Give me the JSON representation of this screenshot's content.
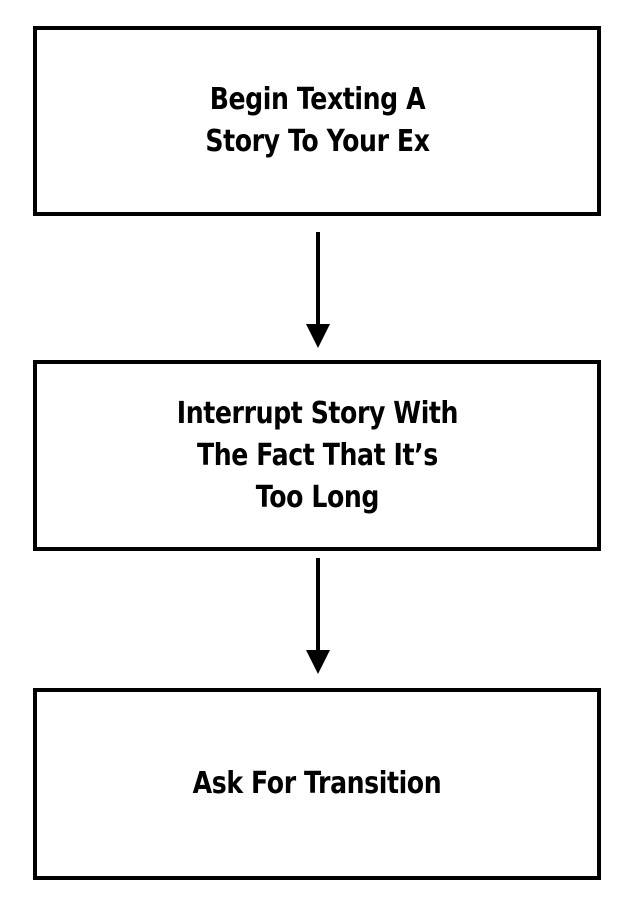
{
  "flowchart": {
    "steps": [
      {
        "lines": [
          "Begin Texting A",
          "Story To Your Ex"
        ]
      },
      {
        "lines": [
          "Interrupt Story With",
          "The Fact That It’s",
          "Too Long"
        ]
      },
      {
        "lines": [
          "Ask For Transition"
        ]
      }
    ]
  },
  "colors": {
    "stroke": "#000000",
    "background": "#ffffff"
  }
}
